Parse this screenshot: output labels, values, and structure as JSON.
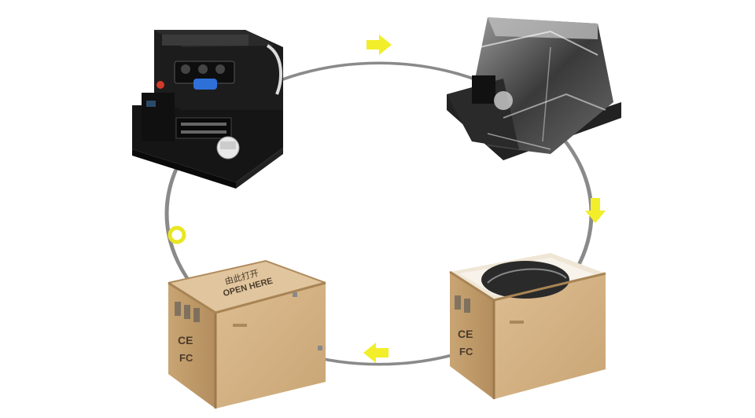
{
  "colors": {
    "background": "#ffffff",
    "cycle_line": "#8a8a8a",
    "arrow": "#f2ee2a",
    "start_marker": "#e9e623",
    "wood": "#d8b68a",
    "wood_dark": "#b89566",
    "printer": "#1c1c1c",
    "wrap": "#6e6e6e"
  },
  "crate_closed": {
    "lid_text_cn": "由此打开",
    "lid_text_en": "OPEN HERE",
    "cert_mark": "CE",
    "fcc_mark": "FC"
  },
  "crate_open": {
    "cert_mark": "CE",
    "fcc_mark": "FC"
  },
  "steps": [
    {
      "icon": "uv-printer-icon"
    },
    {
      "icon": "plastic-wrapped-printer-icon"
    },
    {
      "icon": "open-wooden-crate-icon"
    },
    {
      "icon": "closed-wooden-crate-icon"
    }
  ]
}
